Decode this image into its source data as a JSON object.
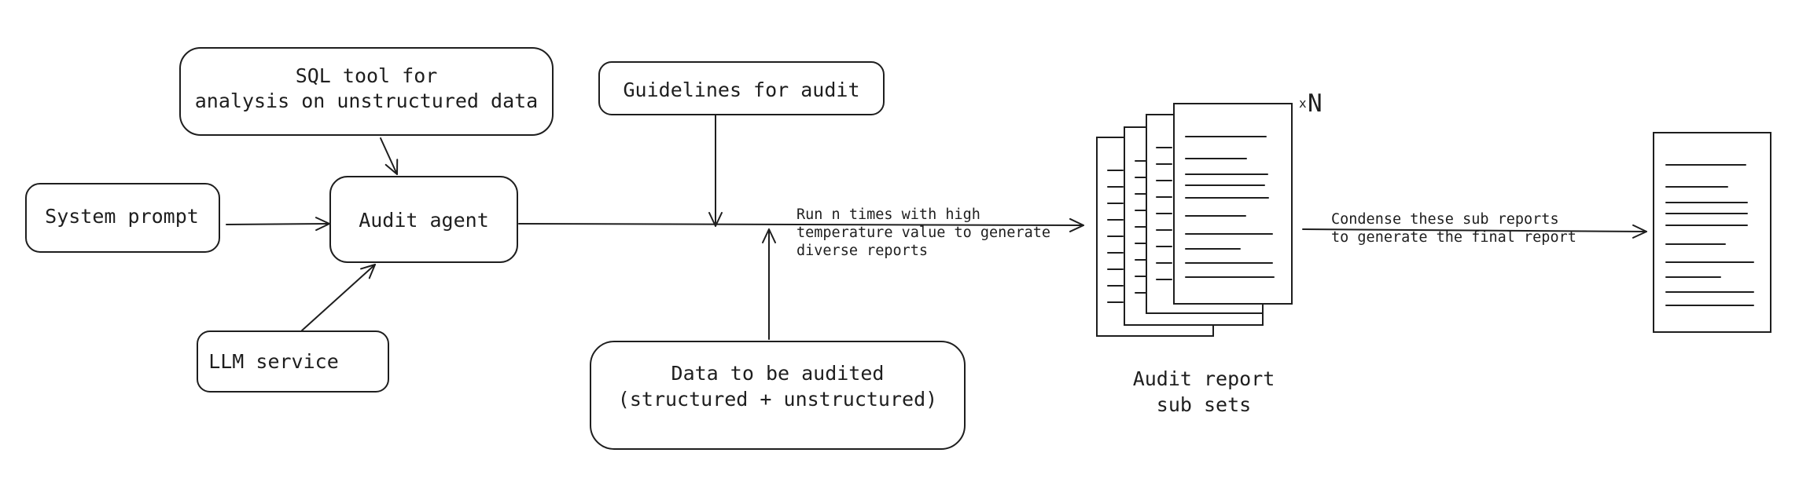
{
  "nodes": {
    "sql_tool": {
      "lines": [
        "SQL tool for",
        "analysis on unstructured data"
      ]
    },
    "guidelines": {
      "label": "Guidelines for audit"
    },
    "system_prompt": {
      "label": "System prompt"
    },
    "audit_agent": {
      "label": "Audit agent"
    },
    "llm_service": {
      "label": "LLM service"
    },
    "data": {
      "lines": [
        "Data to be audited",
        "(structured + unstructured)"
      ]
    }
  },
  "annotations": {
    "run_note": [
      "Run n times with high",
      "temperature value to generate",
      "diverse reports"
    ],
    "condense_note": [
      "Condense these sub reports",
      "to generate the final report"
    ],
    "multiplier": {
      "prefix": "x",
      "letter": "N"
    },
    "subsets_caption": [
      "Audit report",
      "sub sets"
    ]
  },
  "icons": {
    "report_stack": "stacked-documents-icon",
    "final_report": "document-icon"
  },
  "colors": {
    "stroke": "#1e1e1e",
    "background": "#ffffff"
  }
}
